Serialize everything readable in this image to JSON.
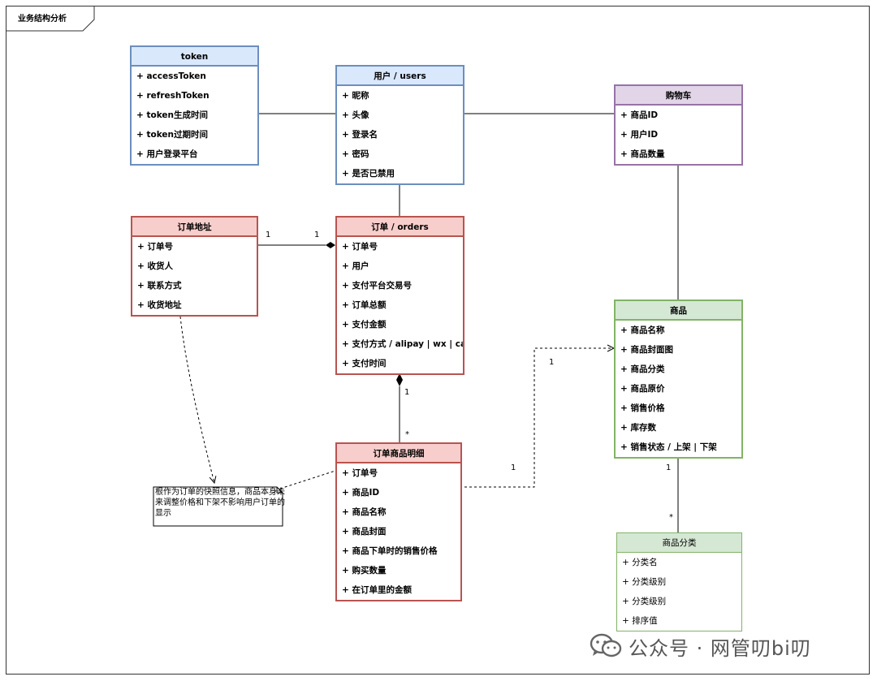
{
  "frame": {
    "title": "业务结构分析"
  },
  "entities": {
    "token": {
      "title": "token",
      "fields": [
        "accessToken",
        "refreshToken",
        "token生成时间",
        "token过期时间",
        "用户登录平台"
      ]
    },
    "users": {
      "title": "用户 / users",
      "fields": [
        "昵称",
        "头像",
        "登录名",
        "密码",
        "是否已禁用"
      ]
    },
    "cart": {
      "title": "购物车",
      "fields": [
        "商品ID",
        "用户ID",
        "商品数量"
      ]
    },
    "address": {
      "title": "订单地址",
      "fields": [
        "订单号",
        "收货人",
        "联系方式",
        "收货地址"
      ]
    },
    "orders": {
      "title": "订单 / orders",
      "fields": [
        "订单号",
        "用户",
        "支付平台交易号",
        "订单总额",
        "支付金额",
        "支付方式  / alipay | wx | card",
        "支付时间"
      ]
    },
    "product": {
      "title": "商品",
      "fields": [
        "商品名称",
        "商品封面图",
        "商品分类",
        "商品原价",
        "销售价格",
        "库存数",
        "销售状态 / 上架  |  下架"
      ]
    },
    "order_items": {
      "title": "订单商品明细",
      "fields": [
        "订单号",
        "商品ID",
        "商品名称",
        "商品封面",
        "商品下单时的销售价格",
        "购买数量",
        "在订单里的金额"
      ]
    },
    "category": {
      "title": "商品分类",
      "fields": [
        "分类名",
        "分类级别",
        "分类级别",
        "排序值"
      ]
    }
  },
  "multiplicities": {
    "address_orders_left": "1",
    "address_orders_right": "1",
    "orders_items_top": "1",
    "orders_items_bottom": "*",
    "items_product_near_product": "1",
    "items_product_near_items": "1",
    "product_category_top": "1",
    "product_category_bottom": "*"
  },
  "note": {
    "text": "根作为订单的快照信息，商品本身未来调整价格和下架不影响用户订单的显示"
  },
  "watermark": {
    "text": "公众号 · 网管叨bi叨",
    "icon": "wechat-icon"
  },
  "colors": {
    "blue_fill": "#dae8fc",
    "blue_stroke": "#6c8ebf",
    "purple_fill": "#e1d5e7",
    "purple_stroke": "#9673a6",
    "red_fill": "#f8cecc",
    "red_stroke": "#b85450",
    "green_fill": "#d5e8d4",
    "green_stroke": "#82b366"
  }
}
